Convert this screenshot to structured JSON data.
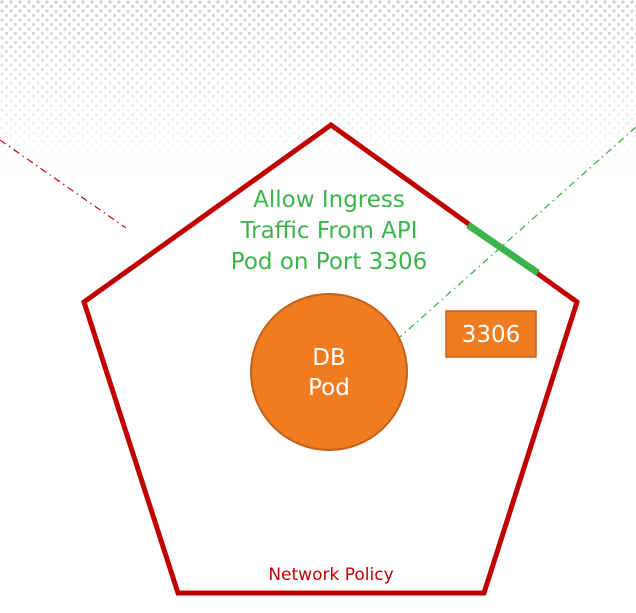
{
  "diagram": {
    "policy_label": "Network Policy",
    "rule_lines": [
      "Allow Ingress",
      "Traffic From API",
      "Pod on Port 3306"
    ],
    "pod_lines": [
      "DB",
      "Pod"
    ],
    "port_label": "3306"
  },
  "colors": {
    "policy_border": "#c00000",
    "rule_text": "#3cb44b",
    "allowed_port_segment": "#3cb44b",
    "pod_fill": "#f07c22",
    "pod_text": "#ffffff",
    "port_fill": "#f07c22",
    "port_text": "#ffffff",
    "denied_line": "#d0131b",
    "allowed_line": "#3cb44b",
    "texture": "#c8c8c8"
  }
}
